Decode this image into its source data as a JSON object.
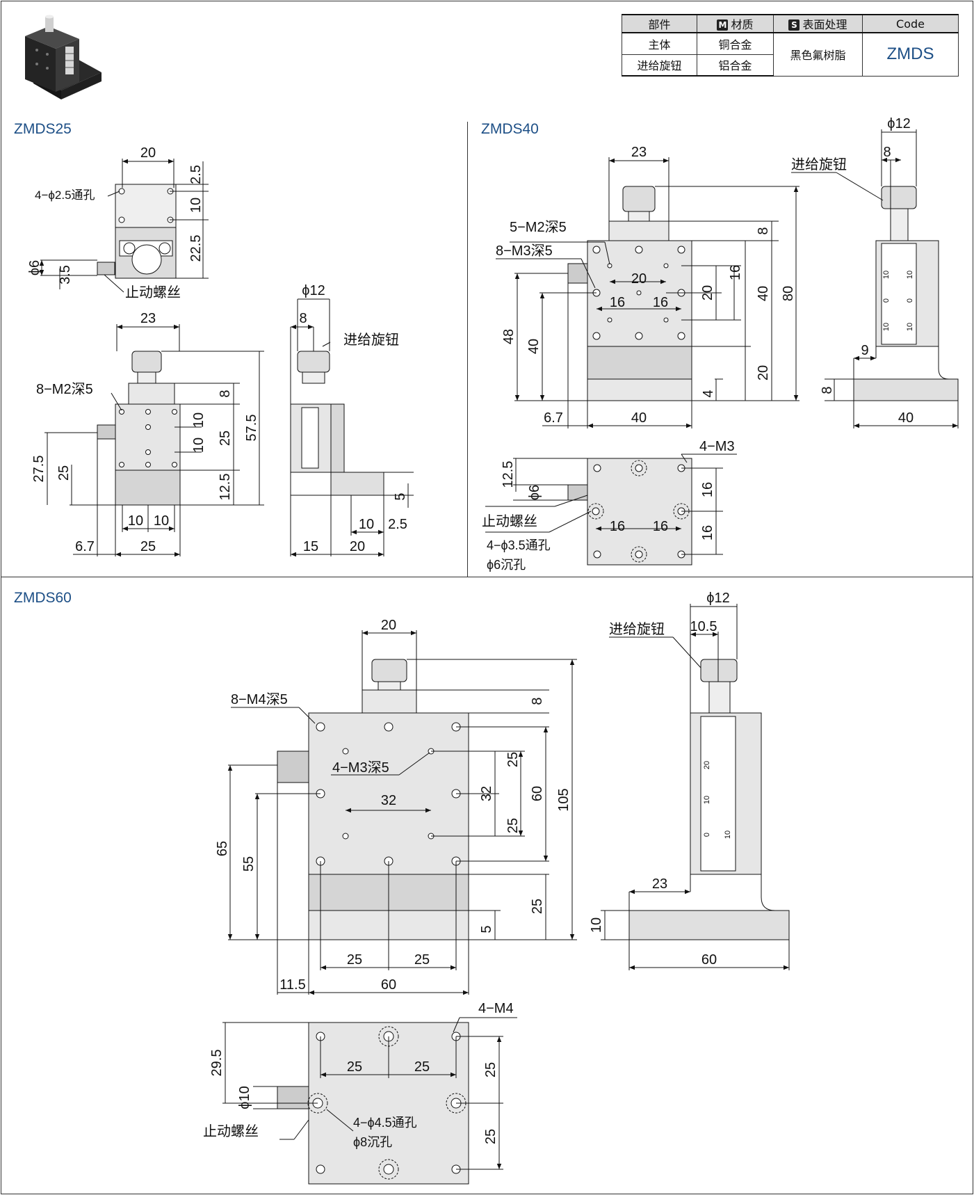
{
  "spec_table": {
    "headers": [
      "部件",
      "材质",
      "表面处理",
      "Code"
    ],
    "badges": [
      "M",
      "S"
    ],
    "rows": [
      {
        "part": "主体",
        "material": "铜合金"
      },
      {
        "part": "进给旋钮",
        "material": "铝合金"
      }
    ],
    "surface": "黑色氟树脂",
    "code": "ZMDS"
  },
  "sections": {
    "s25": {
      "title": "ZMDS25"
    },
    "s40": {
      "title": "ZMDS40"
    },
    "s60": {
      "title": "ZMDS60"
    }
  },
  "labels": {
    "s25_hole": "4−ϕ2.5通孔",
    "s25_stop": "止动螺丝",
    "s25_tap": "8−M2深5",
    "s25_knob": "进给旋钮",
    "s40_tap1": "5−M2深5",
    "s40_tap2": "8−M3深5",
    "s40_knob": "进给旋钮",
    "s40_m3": "4−M3",
    "s40_stop": "止动螺丝",
    "s40_hole": "4−ϕ3.5通孔",
    "s40_cbore": "ϕ6沉孔",
    "s60_tap1": "8−M4深5",
    "s60_tap2": "4−M3深5",
    "s60_knob": "进给旋钮",
    "s60_m4": "4−M4",
    "s60_stop": "止动螺丝",
    "s60_hole": "4−ϕ4.5通孔",
    "s60_cbore": "ϕ8沉孔"
  },
  "dims": {
    "s25_top": [
      "20",
      "2.5",
      "10",
      "22.5",
      "ϕ6",
      "3.5"
    ],
    "s25_front": [
      "23",
      "8",
      "10",
      "10",
      "25",
      "57.5",
      "12.5",
      "27.5",
      "25",
      "10",
      "10",
      "6.7",
      "25"
    ],
    "s25_side": [
      "ϕ12",
      "8",
      "5",
      "10",
      "2.5",
      "15",
      "20"
    ],
    "s40_front": [
      "23",
      "8",
      "20",
      "16",
      "16",
      "20",
      "16",
      "40",
      "80",
      "48",
      "40",
      "20",
      "4",
      "6.7",
      "40"
    ],
    "s40_side": [
      "ϕ12",
      "8",
      "9",
      "8",
      "40"
    ],
    "s40_bottom": [
      "12.5",
      "ϕ6",
      "16",
      "16",
      "16",
      "16"
    ],
    "s60_front": [
      "20",
      "8",
      "25",
      "32",
      "60",
      "105",
      "25",
      "32",
      "65",
      "55",
      "25",
      "5",
      "25",
      "25",
      "11.5",
      "60"
    ],
    "s60_side": [
      "ϕ12",
      "10.5",
      "23",
      "10",
      "60"
    ],
    "s60_bottom": [
      "29.5",
      "ϕ10",
      "25",
      "25",
      "25",
      "25"
    ]
  },
  "scale_numbers": [
    "10",
    "0",
    "10",
    "10",
    "0",
    "10",
    "20",
    "10",
    "0",
    "10"
  ]
}
